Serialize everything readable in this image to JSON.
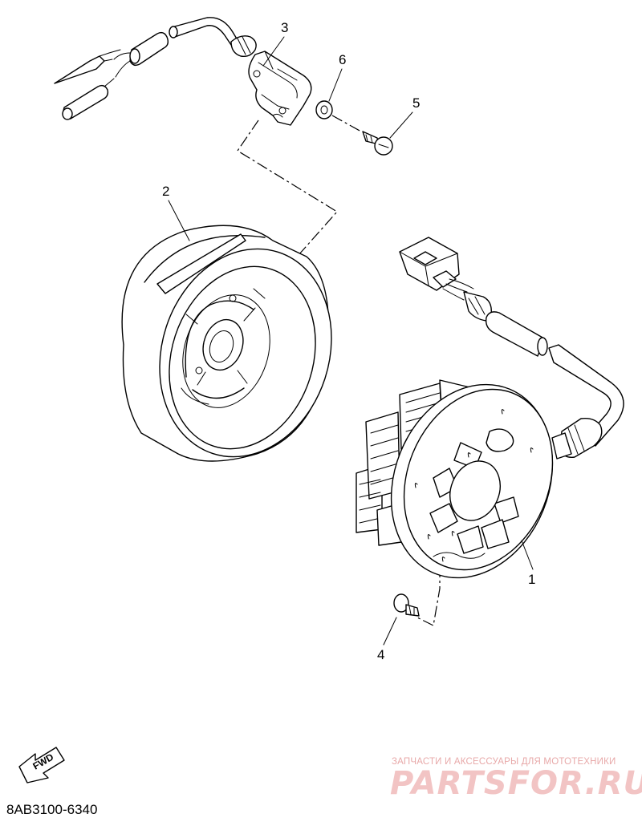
{
  "diagram": {
    "part_code": "8AB3100-6340",
    "fwd_label": "FWD",
    "callouts": [
      "1",
      "2",
      "3",
      "4",
      "5",
      "6"
    ]
  },
  "watermark": {
    "tagline": "ЗАПЧАСТИ И АКСЕССУАРЫ ДЛЯ МОТОТЕХНИКИ",
    "logo": "PARTSFOR.RU"
  }
}
